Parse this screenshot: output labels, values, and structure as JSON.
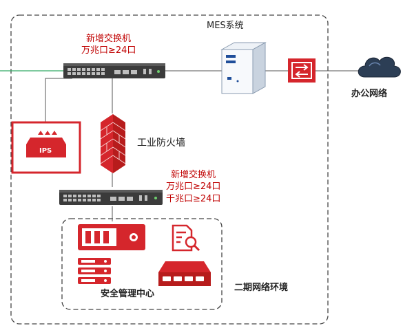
{
  "colors": {
    "accent": "#d5262c",
    "border": "#444444",
    "line": "#555555",
    "uplink": "#33aa66"
  },
  "labels": {
    "mes_system": "MES系统",
    "top_switch_title": "新增交换机",
    "top_switch_ports": "万兆口≥24口",
    "firewall": "工业防火墙",
    "mid_switch_title": "新增交换机",
    "mid_switch_ports_10g": "万兆口≥24口",
    "mid_switch_ports_1g": "千兆口≥24口",
    "office_network": "办公网络",
    "ips": "IPS",
    "security_center": "安全管理中心",
    "phase2_env": "二期网络环境"
  },
  "icons": [
    "switch-icon",
    "server-tower-icon",
    "gateway-icon",
    "cloud-icon",
    "ips-icon",
    "firewall-brick-icon",
    "security-appliance-icon",
    "document-search-icon",
    "server-rack-icon",
    "network-device-icon"
  ]
}
